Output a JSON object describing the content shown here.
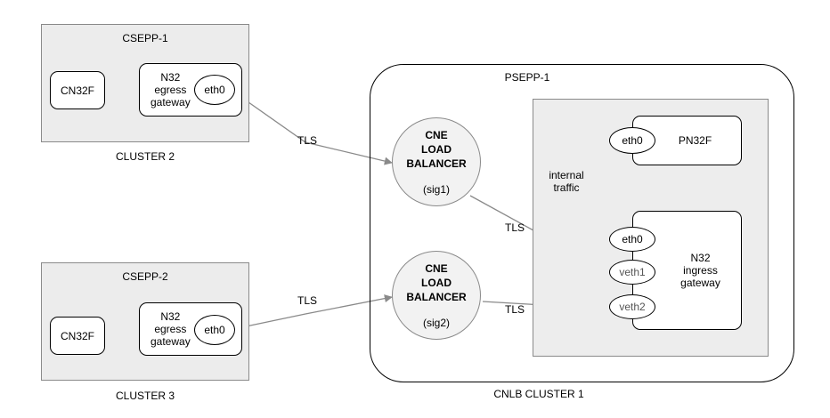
{
  "cluster2": {
    "box_label": "CSEPP-1",
    "caption": "CLUSTER 2",
    "cn32f": "CN32F",
    "gateway": "N32\negress\ngateway",
    "port": "eth0"
  },
  "cluster3": {
    "box_label": "CSEPP-2",
    "caption": "CLUSTER 3",
    "cn32f": "CN32F",
    "gateway": "N32\negress\ngateway",
    "port": "eth0"
  },
  "cnlb": {
    "box_label": "PSEPP-1",
    "caption": "CNLB CLUSTER 1",
    "lb1": {
      "title": "CNE\nLOAD\nBALANCER",
      "sub": "(sig1)"
    },
    "lb2": {
      "title": "CNE\nLOAD\nBALANCER",
      "sub": "(sig2)"
    },
    "pn32f": "PN32F",
    "pn32f_port": "eth0",
    "ingress": "N32\ningress\ngateway",
    "ingress_ports": [
      "eth0",
      "veth1",
      "veth2"
    ],
    "internal_traffic": "internal\ntraffic"
  },
  "links": {
    "tls_label": "TLS"
  }
}
